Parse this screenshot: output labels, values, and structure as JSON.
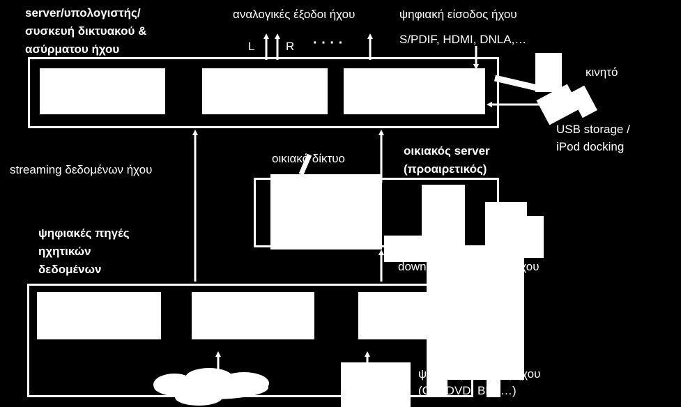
{
  "server": {
    "title": [
      "server/υπολογιστής/",
      "συσκευή δικτυακού &",
      "ασύρματου ήχου"
    ]
  },
  "outputs": {
    "analog": "αναλογικές έξοδοι ήχου",
    "left": "L",
    "right": "R",
    "dots": "· · · ·"
  },
  "digital_input": {
    "title": "ψηφιακή είσοδος ήχου",
    "formats": "S/PDIF, HDMI, DNLA,…"
  },
  "mobile": {
    "label": "κινητό"
  },
  "usb": {
    "label": [
      "USB storage /",
      "iPod docking"
    ]
  },
  "streaming": {
    "label": "streaming δεδομένων ήχου"
  },
  "network": {
    "label": "οικιακό δίκτυο"
  },
  "home_server": {
    "title": [
      "οικιακός server",
      "(προαιρετικός)"
    ]
  },
  "download": {
    "label": "download δεδομένων ήχου"
  },
  "sources": {
    "title": [
      "ψηφιακές πηγές",
      "ηχητικών",
      "δεδομένων"
    ]
  },
  "digital_device": {
    "label": [
      "ψηφιακή συσκευή ήχου",
      "(CD, DVD, BD, …)"
    ]
  },
  "colors": {
    "background": "#000000",
    "foreground": "#ffffff"
  }
}
